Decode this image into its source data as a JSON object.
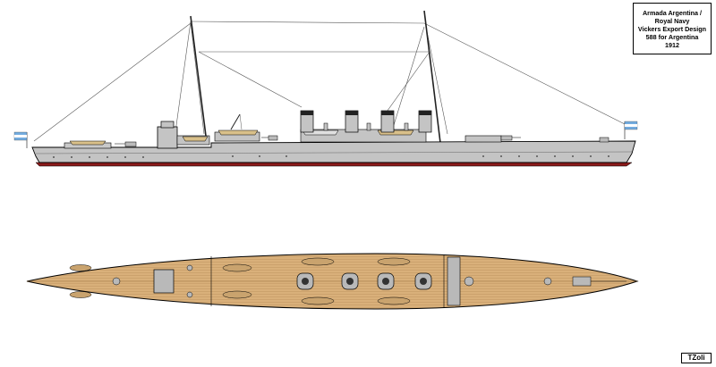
{
  "title_block": {
    "line1": "Armada Argentina /",
    "line2": "Royal Navy",
    "line3": "Vickers Export Design",
    "line4": "588 for Argentina",
    "line5": "1912"
  },
  "signature": "TZoli",
  "colors": {
    "hull": "#c4c4c4",
    "deck_wood": "#d9b07a",
    "boot_topping": "#8b1a1a",
    "funnel_band": "#222222",
    "flag_blue": "#74acdf",
    "outline": "#000000"
  },
  "views": [
    "profile-view",
    "plan-view"
  ],
  "funnels": 4,
  "masts": 2
}
